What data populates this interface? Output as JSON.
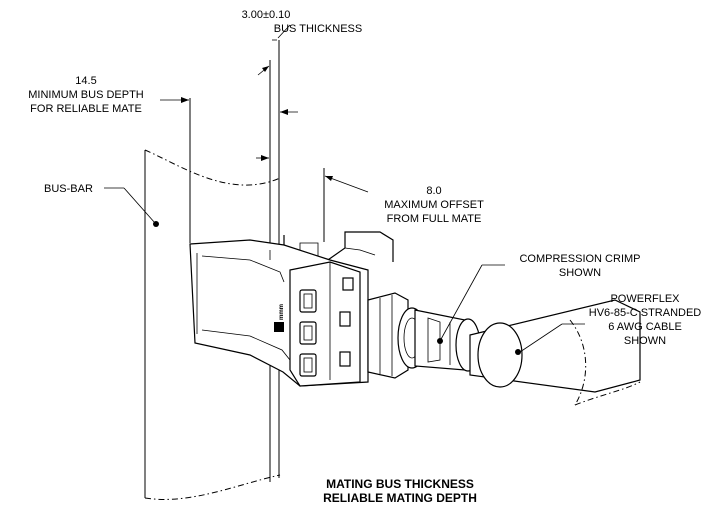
{
  "labels": {
    "bus_thickness_value": "3.00±0.10",
    "bus_thickness_name": "BUS THICKNESS",
    "min_depth_value": "14.5",
    "min_depth_line1": "MINIMUM BUS DEPTH",
    "min_depth_line2": "FOR RELIABLE MATE",
    "bus_bar": "BUS-BAR",
    "max_offset_value": "8.0",
    "max_offset_line1": "MAXIMUM OFFSET",
    "max_offset_line2": "FROM FULL MATE",
    "crimp_line1": "COMPRESSION CRIMP",
    "crimp_line2": "SHOWN",
    "cable_line1": "POWERFLEX",
    "cable_line2": "HV6-85-C STRANDED",
    "cable_line3": "6 AWG CABLE",
    "cable_line4": "SHOWN"
  },
  "caption": {
    "line1": "MATING BUS THICKNESS",
    "line2": "RELIABLE MATING DEPTH"
  }
}
